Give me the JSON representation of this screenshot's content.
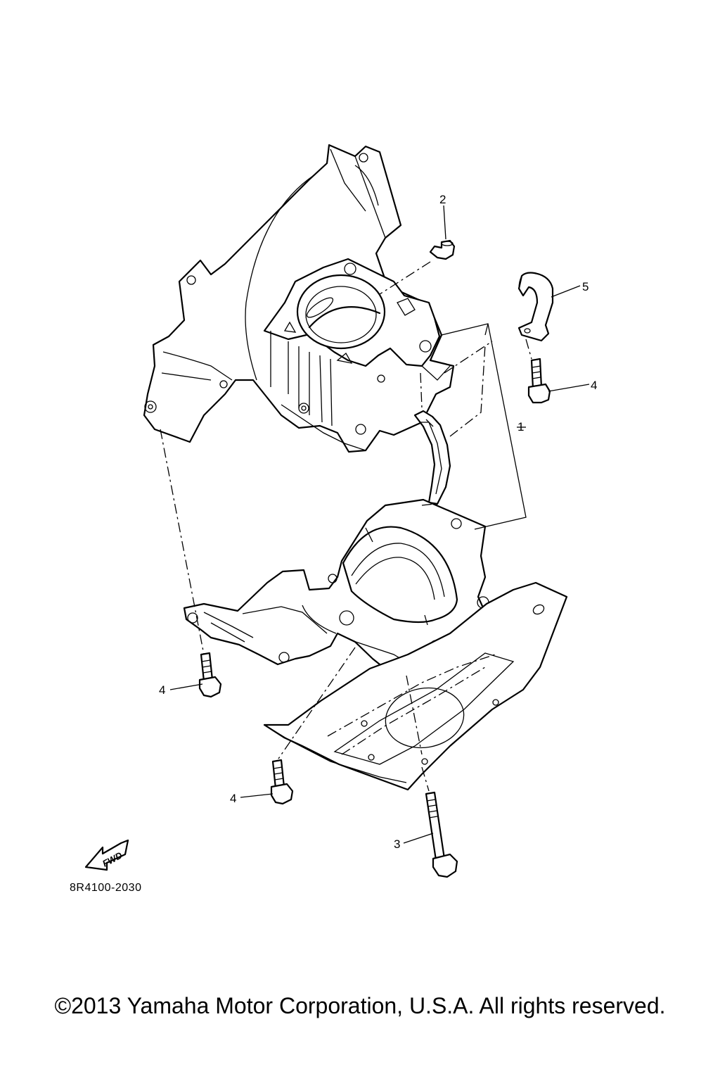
{
  "callouts": [
    {
      "id": "c2",
      "label": "2"
    },
    {
      "id": "c5",
      "label": "5"
    },
    {
      "id": "c4a",
      "label": "4"
    },
    {
      "id": "c1",
      "label": "1"
    },
    {
      "id": "c4b",
      "label": "4"
    },
    {
      "id": "c4c",
      "label": "4"
    },
    {
      "id": "c3",
      "label": "3"
    }
  ],
  "fwd_arrow": {
    "label": "FWD"
  },
  "diagram_code": "8R4100-2030",
  "copyright": "©2013 Yamaha Motor Corporation, U.S.A. All rights reserved.",
  "colors": {
    "ink": "#000000",
    "paper": "#ffffff"
  }
}
